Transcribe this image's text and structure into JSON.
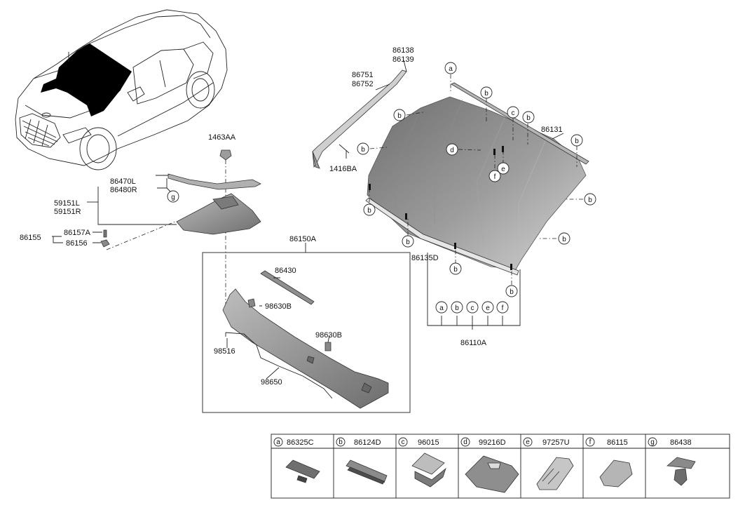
{
  "labels": {
    "p86138": "86138",
    "p86139": "86139",
    "p86751": "86751",
    "p86752": "86752",
    "p1416BA": "1416BA",
    "p86131": "86131",
    "p1463AA": "1463AA",
    "p86470L": "86470L",
    "p86480R": "86480R",
    "p59151L": "59151L",
    "p59151R": "59151R",
    "p86157A": "86157A",
    "p86155": "86155",
    "p86156": "86156",
    "p86150A": "86150A",
    "p86430": "86430",
    "p98630B_1": "98630B",
    "p98630B_2": "98630B",
    "p98516": "98516",
    "p98650": "98650",
    "p86135D": "86135D",
    "p86110A": "86110A"
  },
  "callout_letters": {
    "a": "a",
    "b": "b",
    "c": "c",
    "d": "d",
    "e": "e",
    "f": "f",
    "g": "g"
  },
  "legend": [
    {
      "letter": "a",
      "part": "86325C"
    },
    {
      "letter": "b",
      "part": "86124D"
    },
    {
      "letter": "c",
      "part": "96015"
    },
    {
      "letter": "d",
      "part": "99216D"
    },
    {
      "letter": "e",
      "part": "97257U"
    },
    {
      "letter": "f",
      "part": "86115"
    },
    {
      "letter": "g",
      "part": "86438"
    }
  ],
  "colors": {
    "glass_light": "#c8c8c8",
    "glass_dark": "#7a7a7a",
    "part_fill": "#9a9a9a",
    "outline": "#222222"
  }
}
